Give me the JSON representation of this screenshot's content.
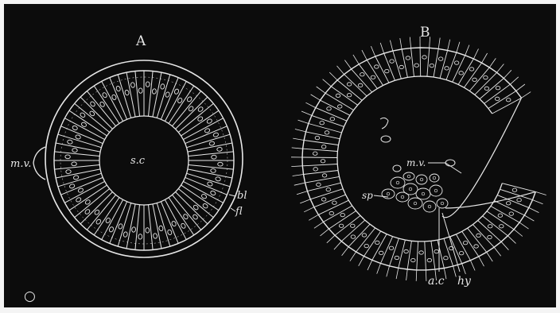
{
  "figure": {
    "panel_a": {
      "title": "A",
      "labels": {
        "mv": "m.v.",
        "sc": "s.c",
        "bl": "bl",
        "fl": "fl"
      }
    },
    "panel_b": {
      "title": "B",
      "labels": {
        "mv": "m.v.",
        "sp": "sp",
        "ac": "a.c",
        "hy": "hy"
      }
    },
    "corner_mark": "○",
    "colors": {
      "background": "#0c0c0c",
      "line": "#e8e8e8",
      "frame": "#f4f4f4"
    }
  }
}
